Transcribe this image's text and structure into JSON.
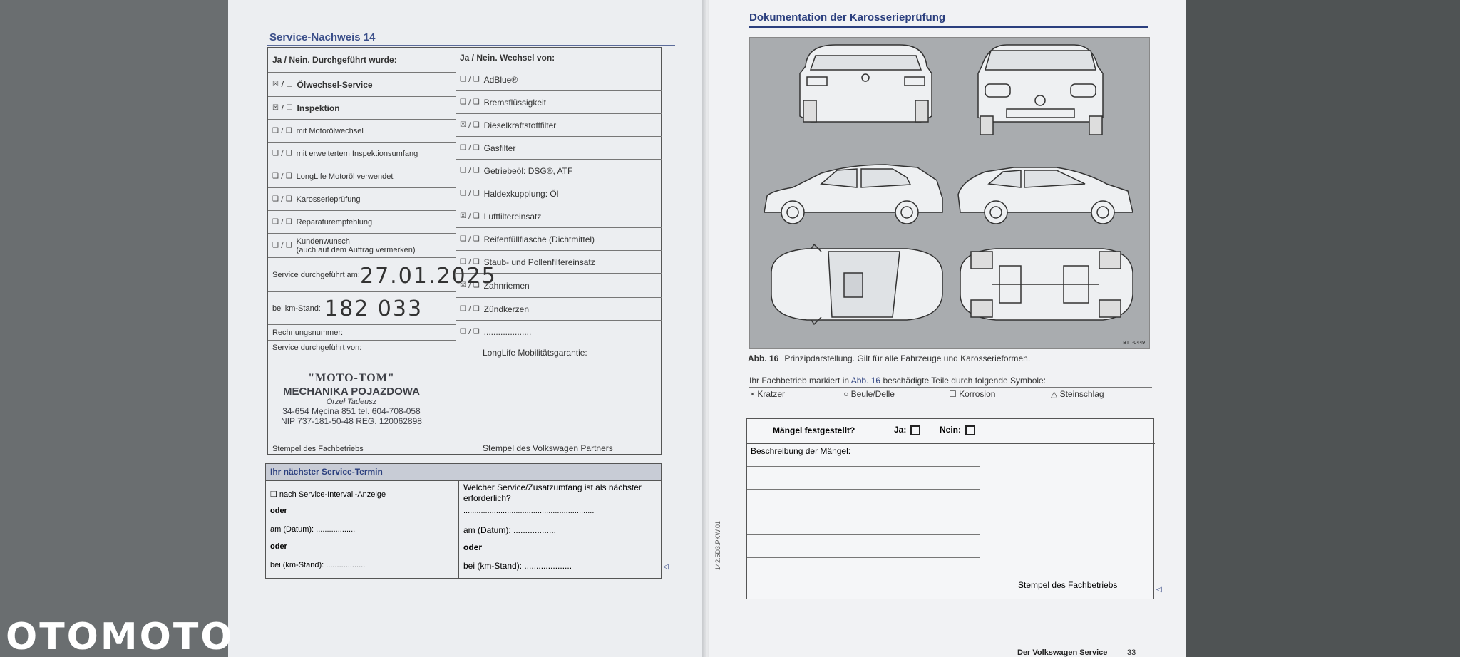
{
  "left_page": {
    "title": "Service-Nachweis 14",
    "col1_header": "Ja / Nein. Durchgeführt wurde:",
    "col2_header": "Ja / Nein. Wechsel von:",
    "checkbox_pair": "❑ / ❑",
    "checked_pair": "☒ / ❑",
    "col1_items": [
      "Ölwechsel-Service",
      "Inspektion",
      "mit Motorölwechsel",
      "mit erweitertem Inspektionsumfang",
      "LongLife Motoröl verwendet",
      "Karosserieprüfung",
      "Reparaturempfehlung",
      "Kundenwunsch",
      "(auch auf dem Auftrag vermerken)"
    ],
    "col2_items": [
      "AdBlue®",
      "Bremsflüssigkeit",
      "Dieselkraftstofffilter",
      "Gasfilter",
      "Getriebeöl: DSG®, ATF",
      "Haldexkupplung: Öl",
      "Luftfiltereinsatz",
      "Reifenfüllflasche (Dichtmittel)",
      "Staub- und Pollenfiltereinsatz",
      "Zahnriemen",
      "Zündkerzen",
      "...................."
    ],
    "service_date_label": "Service durchgeführt am:",
    "service_date_value": "27.01.2025",
    "km_label": "bei km-Stand:",
    "km_value": "182 033",
    "invoice_label": "Rechnungsnummer:",
    "performed_by_label": "Service durchgeführt von:",
    "longlife_label": "LongLife Mobilitätsgarantie:",
    "stamp_workshop_label": "Stempel des Fachbetriebs",
    "stamp_vw_label": "Stempel des Volkswagen Partners",
    "stamp": {
      "line1": "\"MOTO-TOM\"",
      "line2": "MECHANIKA POJAZDOWA",
      "line3": "Orzeł Tadeusz",
      "line4": "34-654 Męcina 851 tel. 604-708-058",
      "line5": "NIP 737-181-50-48 REG. 120062898"
    },
    "next_service": {
      "title": "Ihr nächster Service-Termin",
      "interval": "❑ nach Service-Intervall-Anzeige",
      "or": "oder",
      "date": "am (Datum): ..................",
      "km": "bei (km-Stand): ..................",
      "question": "Welcher Service/Zusatzumfang ist als nächster erforderlich?",
      "dots": "............................................................",
      "date2": "am (Datum): ..................",
      "km2": "bei (km-Stand): ...................."
    },
    "arrow": "◁"
  },
  "right_page": {
    "title": "Dokumentation der Karosserieprüfung",
    "fig_code": "BTT-0449",
    "caption_label": "Abb. 16",
    "caption_text": "Prinzipdarstellung. Gilt für alle Fahrzeuge und Karosserieformen.",
    "mark_text_1": "Ihr Fachbetrieb markiert in",
    "mark_text_ref": "Abb. 16",
    "mark_text_2": "beschädigte Teile durch folgende Symbole:",
    "legend": [
      "× Kratzer",
      "○ Beule/Delle",
      "☐ Korrosion",
      "△ Steinschlag"
    ],
    "defects_label": "Mängel festgestellt?",
    "yes_label": "Ja:",
    "no_label": "Nein:",
    "description_label": "Beschreibung der Mängel:",
    "stamp_label": "Stempel des Fachbetriebs",
    "vertical_code": "142.5D3.PKW.01",
    "footer_service": "Der Volkswagen Service",
    "page_number": "33",
    "arrow": "◁"
  },
  "watermark": "OTOMOTO"
}
